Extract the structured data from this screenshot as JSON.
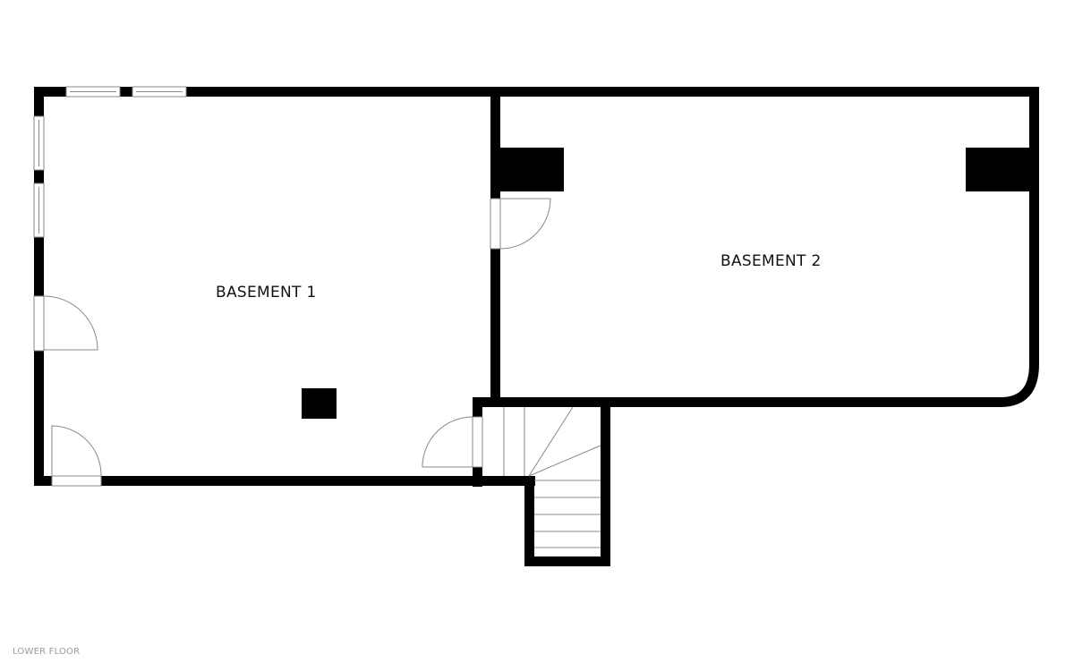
{
  "plan": {
    "floor_label": "LOWER FLOOR",
    "colors": {
      "wall": "#000000",
      "fixture_line": "#888888",
      "background": "#ffffff",
      "label": "#111111",
      "floor_label": "#9a9a9a"
    },
    "rooms": [
      {
        "id": "basement-1",
        "label": "BASEMENT 1"
      },
      {
        "id": "basement-2",
        "label": "BASEMENT 2"
      }
    ],
    "features": {
      "windows": 4,
      "doors": 4,
      "columns": 3,
      "staircase": "L-shaped winder stair"
    }
  }
}
